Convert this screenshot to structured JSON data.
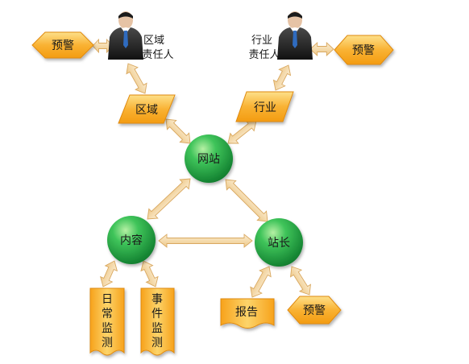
{
  "nodes": {
    "website": "网站",
    "content": "内容",
    "webmaster": "站长",
    "region": "区域",
    "industry": "行业",
    "region_manager": [
      "区域",
      "责任人"
    ],
    "industry_manager": [
      "行业",
      "责任人"
    ],
    "alert_left": "预警",
    "alert_right": "预警",
    "alert_bottom": "预警",
    "report": "报告",
    "daily_monitor": [
      "日",
      "常",
      "监",
      "测"
    ],
    "event_monitor": [
      "事",
      "件",
      "监",
      "测"
    ]
  },
  "colors": {
    "circle_green": "#22b14c",
    "shape_orange": "#f9b233",
    "arrow_fill": "#f6deb0",
    "arrow_stroke": "#d9a860"
  }
}
